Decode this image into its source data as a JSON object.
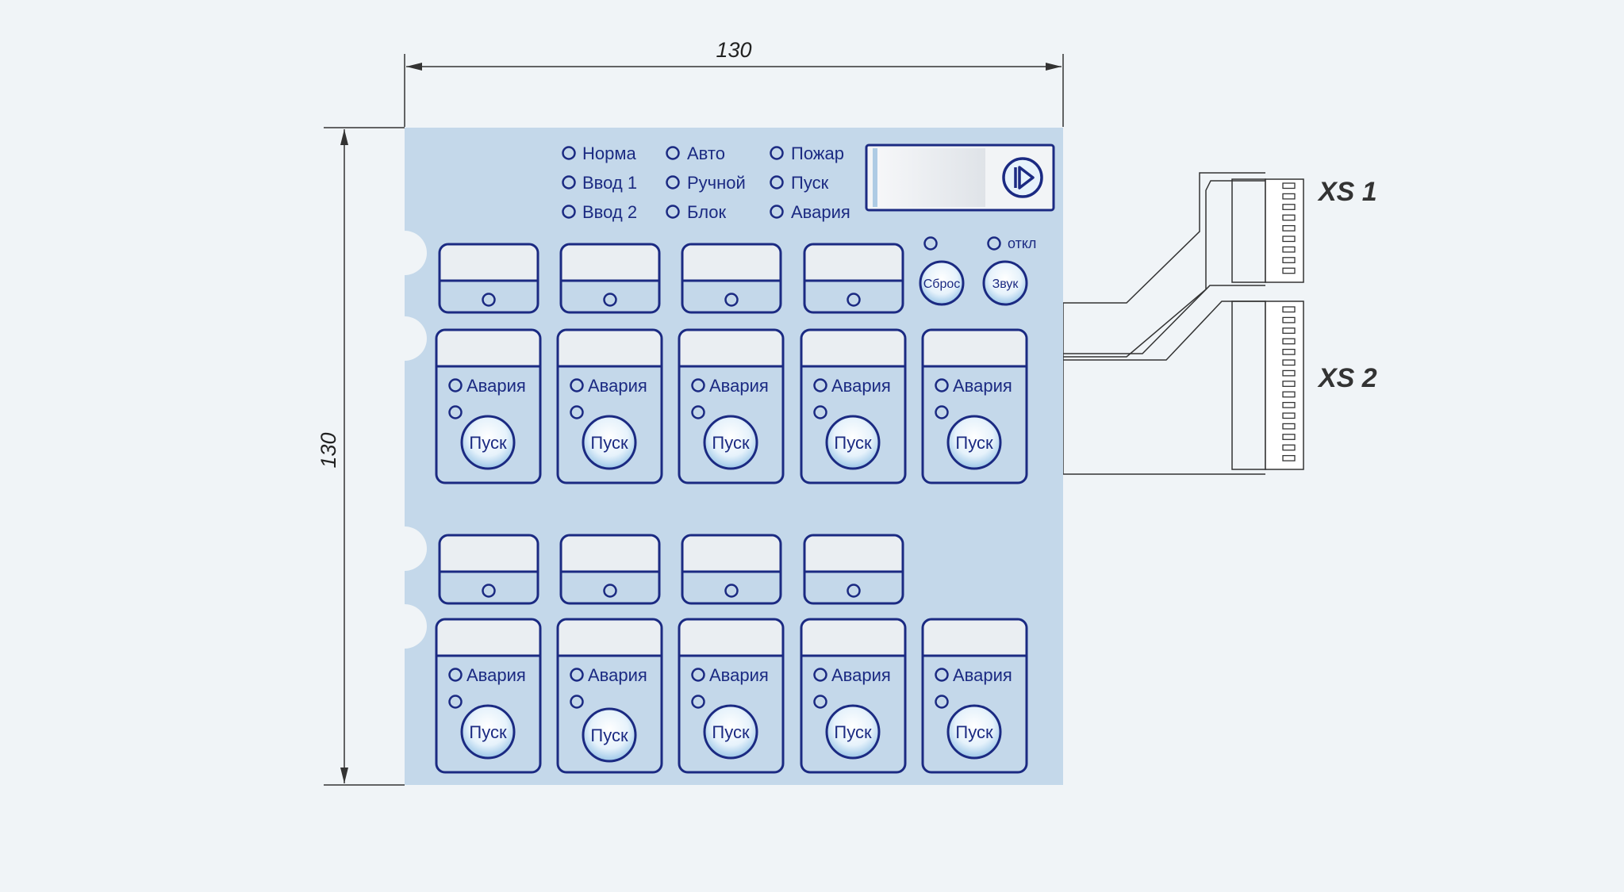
{
  "dimensions": {
    "width_label": "130",
    "height_label": "130"
  },
  "status_leds": {
    "col1": [
      "Норма",
      "Ввод 1",
      "Ввод 2"
    ],
    "col2": [
      "Авто",
      "Ручной",
      "Блок"
    ],
    "col3": [
      "Пожар",
      "Пуск",
      "Авария"
    ]
  },
  "controls": {
    "reset_label": "Сброс",
    "sound_label": "Звук",
    "off_label": "откл"
  },
  "module": {
    "alarm_label": "Авария",
    "start_label": "Пуск"
  },
  "connectors": {
    "xs1": "XS 1",
    "xs2": "XS 2"
  },
  "colors": {
    "panel": "#c4d8ea",
    "outline": "#1b2a82",
    "label_area": "#eaeef2",
    "button_fill": "#cfe4f5"
  }
}
